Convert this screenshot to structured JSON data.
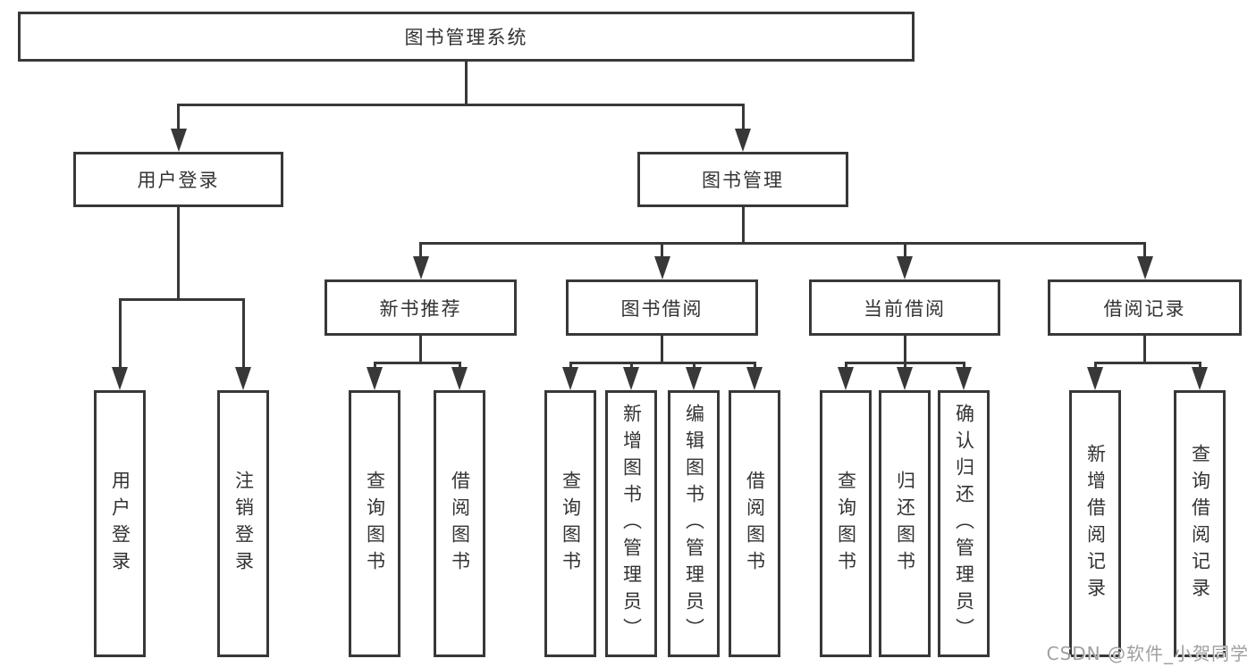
{
  "nodes": {
    "root": "图书管理系统",
    "user_login_group": "用户登录",
    "book_mgmt": "图书管理",
    "user_login": "用户登录",
    "logout": "注销登录",
    "new_books": "新书推荐",
    "book_borrow": "图书借阅",
    "current_borrow": "当前借阅",
    "borrow_records": "借阅记录",
    "nb_query": "查询图书",
    "nb_borrow": "借阅图书",
    "bb_query": "查询图书",
    "bb_add": "新增图书（管理员）",
    "bb_edit": "编辑图书（管理员）",
    "bb_borrow": "借阅图书",
    "cb_query": "查询图书",
    "cb_return": "归还图书",
    "cb_confirm": "确认归还（管理员）",
    "br_add": "新增借阅记录",
    "br_query": "查询借阅记录"
  },
  "watermark": "CSDN @软件_小贺同学",
  "colors": {
    "line": "#383838",
    "text": "#333333",
    "watermark": "#a0a0a0",
    "background": "#ffffff"
  }
}
